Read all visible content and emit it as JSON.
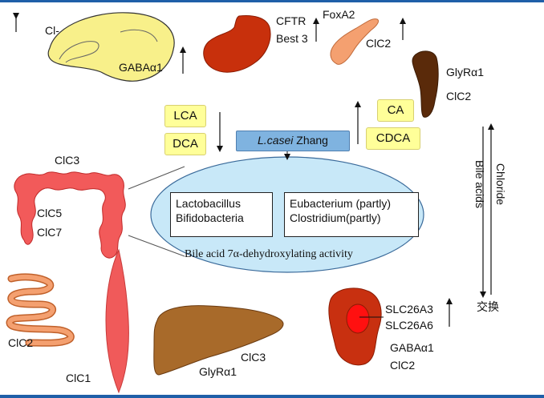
{
  "labels": {
    "cl_minus": "Cl-",
    "gaba_a1_top": "GABAα1",
    "cftr": "CFTR",
    "best3": "Best 3",
    "foxa2": "FoxA2",
    "clc2_pancreas": "ClC2",
    "glyr_a1_right": "GlyRα1",
    "clc2_right": "ClC2",
    "lca": "LCA",
    "dca": "DCA",
    "ca": "CA",
    "cdca": "CDCA",
    "lcasei_italic": "L.casei",
    "lcasei_rest": " Zhang",
    "clc3_colon": "ClC3",
    "clc5": "ClC5",
    "clc7": "ClC7",
    "lactobacillus": "Lactobacillus",
    "bifidobacteria": "Bifidobacteria",
    "eubacterium": "Eubacterium (partly)",
    "clostridium": "Clostridium(partly)",
    "bile_acid_activity": "Bile acid 7α-dehydroxylating activity",
    "bile_acids": "Bile acids",
    "chloride": "Chloride",
    "exchange": "交换",
    "clc2_intestine": "ClC2",
    "clc1": "ClC1",
    "clc3_liver": "ClC3",
    "glyr_a1_liver": "GlyRα1",
    "slc26a3": "SLC26A3",
    "slc26a6": "SLC26A6",
    "gaba_a1_kidney": "GABAα1",
    "clc2_kidney": "ClC2"
  },
  "colors": {
    "brain_fill": "#f8f08a",
    "stomach_fill": "#c8300c",
    "pancreas_fill": "#f4a070",
    "gallbladder_fill": "#5a2a0a",
    "colon_fill": "#f25a5a",
    "muscle_fill": "#f05a5a",
    "liver_fill": "#a86a2a",
    "kidney_fill": "#c83010",
    "kidney_core": "#ff1010",
    "ellipse_fill": "#c8e8f8",
    "frame": "#1f5fa8"
  },
  "icons": {
    "brain": "brain-icon",
    "stomach": "stomach-icon",
    "pancreas": "pancreas-icon",
    "gallbladder": "gallbladder-icon",
    "colon": "colon-icon",
    "small_intestine": "small-intestine-icon",
    "muscle": "muscle-icon",
    "liver": "liver-icon",
    "kidney": "kidney-icon"
  }
}
